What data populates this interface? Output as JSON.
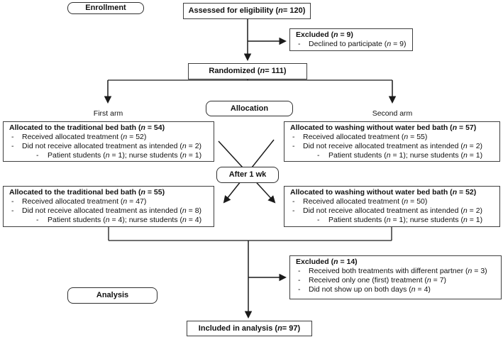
{
  "stages": {
    "enrollment": "Enrollment",
    "allocation": "Allocation",
    "after_1wk": "After 1 wk",
    "analysis": "Analysis"
  },
  "top": {
    "assessed": "Assessed for eligibility (n = 120)",
    "excluded": {
      "title": "Excluded (n = 9)",
      "items": [
        "Declined to participate (n = 9)"
      ]
    },
    "randomized": "Randomized (n = 111)"
  },
  "arms": {
    "first_label": "First arm",
    "second_label": "Second arm",
    "allocation_left": {
      "title": "Allocated to the traditional bed bath (n = 54)",
      "items": [
        "Received allocated treatment (n = 52)",
        "Did not receive allocated treatment as intended (n = 2)"
      ],
      "subitems": [
        "Patient students (n = 1); nurse students (n = 1)"
      ]
    },
    "allocation_right": {
      "title": "Allocated to washing without water bed bath (n = 57)",
      "items": [
        "Received allocated treatment (n = 55)",
        "Did not receive allocated treatment as intended (n = 2)"
      ],
      "subitems": [
        "Patient students (n = 1); nurse students (n = 1)"
      ]
    },
    "week2_left": {
      "title": "Allocated to the traditional bed bath (n = 55)",
      "items": [
        "Received allocated treatment (n = 47)",
        "Did not receive allocated treatment as intended (n = 8)"
      ],
      "subitems": [
        "Patient students (n = 4); nurse students (n = 4)"
      ]
    },
    "week2_right": {
      "title": "Allocated to washing without water bed bath (n = 52)",
      "items": [
        "Received allocated treatment (n = 50)",
        "Did not receive allocated treatment as intended (n = 2)"
      ],
      "subitems": [
        "Patient students (n = 1); nurse students (n = 1)"
      ]
    }
  },
  "analysis_section": {
    "excluded": {
      "title": "Excluded (n = 14)",
      "items": [
        "Received both treatments with different partner (n = 3)",
        "Received only one (first) treatment (n = 7)",
        "Did not show up on both days (n = 4)"
      ]
    },
    "included": "Included in analysis (n = 97)"
  },
  "colors": {
    "line": "#1a1a1a",
    "border": "#3f3f3f",
    "background": "#ffffff"
  }
}
